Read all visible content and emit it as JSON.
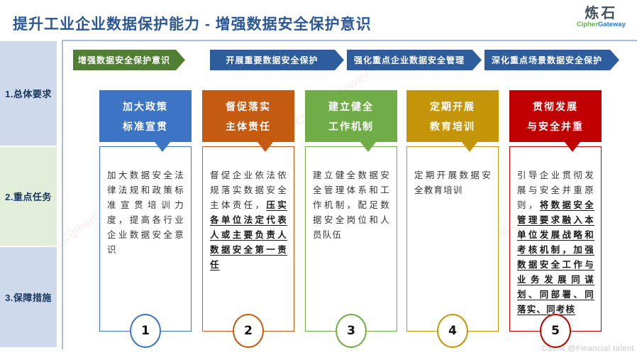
{
  "header": {
    "title": "提升工业企业数据保护能力 - 增强数据安全保护意识",
    "logo": {
      "name": "炼石",
      "sub_cipher": "Cipher",
      "sub_gateway": "Gateway"
    }
  },
  "sidebar": {
    "items": [
      {
        "label": "1.总体要求"
      },
      {
        "label": "2.重点任务"
      },
      {
        "label": "3.保障措施"
      }
    ]
  },
  "banners": [
    {
      "label": "增强数据安全保护意识",
      "color": "#507e32"
    },
    {
      "label": "开展重要数据安全保护",
      "color": "#2e5d9e"
    },
    {
      "label": "强化重点企业数据安全管理",
      "color": "#2e5d9e"
    },
    {
      "label": "深化重点场景数据安全保护",
      "color": "#2e5d9e"
    }
  ],
  "columns": [
    {
      "number": "1",
      "color": "#3d74c4",
      "title_line1": "加大政策",
      "title_line2": "标准宣贯",
      "body": "加大数据安全法律法规和政策标准宣贯培训力度，提高各行业企业数据安全意识",
      "body_emphasis": ""
    },
    {
      "number": "2",
      "color": "#c55a11",
      "title_line1": "督促落实",
      "title_line2": "主体责任",
      "body": "督促企业依法依规落实数据安全主体责任，",
      "body_emphasis": "压实各单位法定代表人或主要负责人数据安全第一责任"
    },
    {
      "number": "3",
      "color": "#70ad47",
      "title_line1": "建立健全",
      "title_line2": "工作机制",
      "body": "建立健全数据安全管理体系和工作机制，配足数据安全岗位和人员队伍",
      "body_emphasis": ""
    },
    {
      "number": "4",
      "color": "#c49508",
      "title_line1": "定期开展",
      "title_line2": "教育培训",
      "body": "定期开展数据安全教育培训",
      "body_emphasis": ""
    },
    {
      "number": "5",
      "color": "#c00000",
      "title_line1": "贯彻发展",
      "title_line2": "与安全并重",
      "body": "引导企业贯彻发展与安全并重原则，",
      "body_emphasis": "将数据安全管理要求融入本单位发展战略和考核机制，加强数据安全工作与业务发展同谋划、同部署、同落实、同考核"
    }
  ],
  "watermarks": {
    "background_logo": "炼石 CipherGateway",
    "credit": "CSDN @Financial talent"
  }
}
